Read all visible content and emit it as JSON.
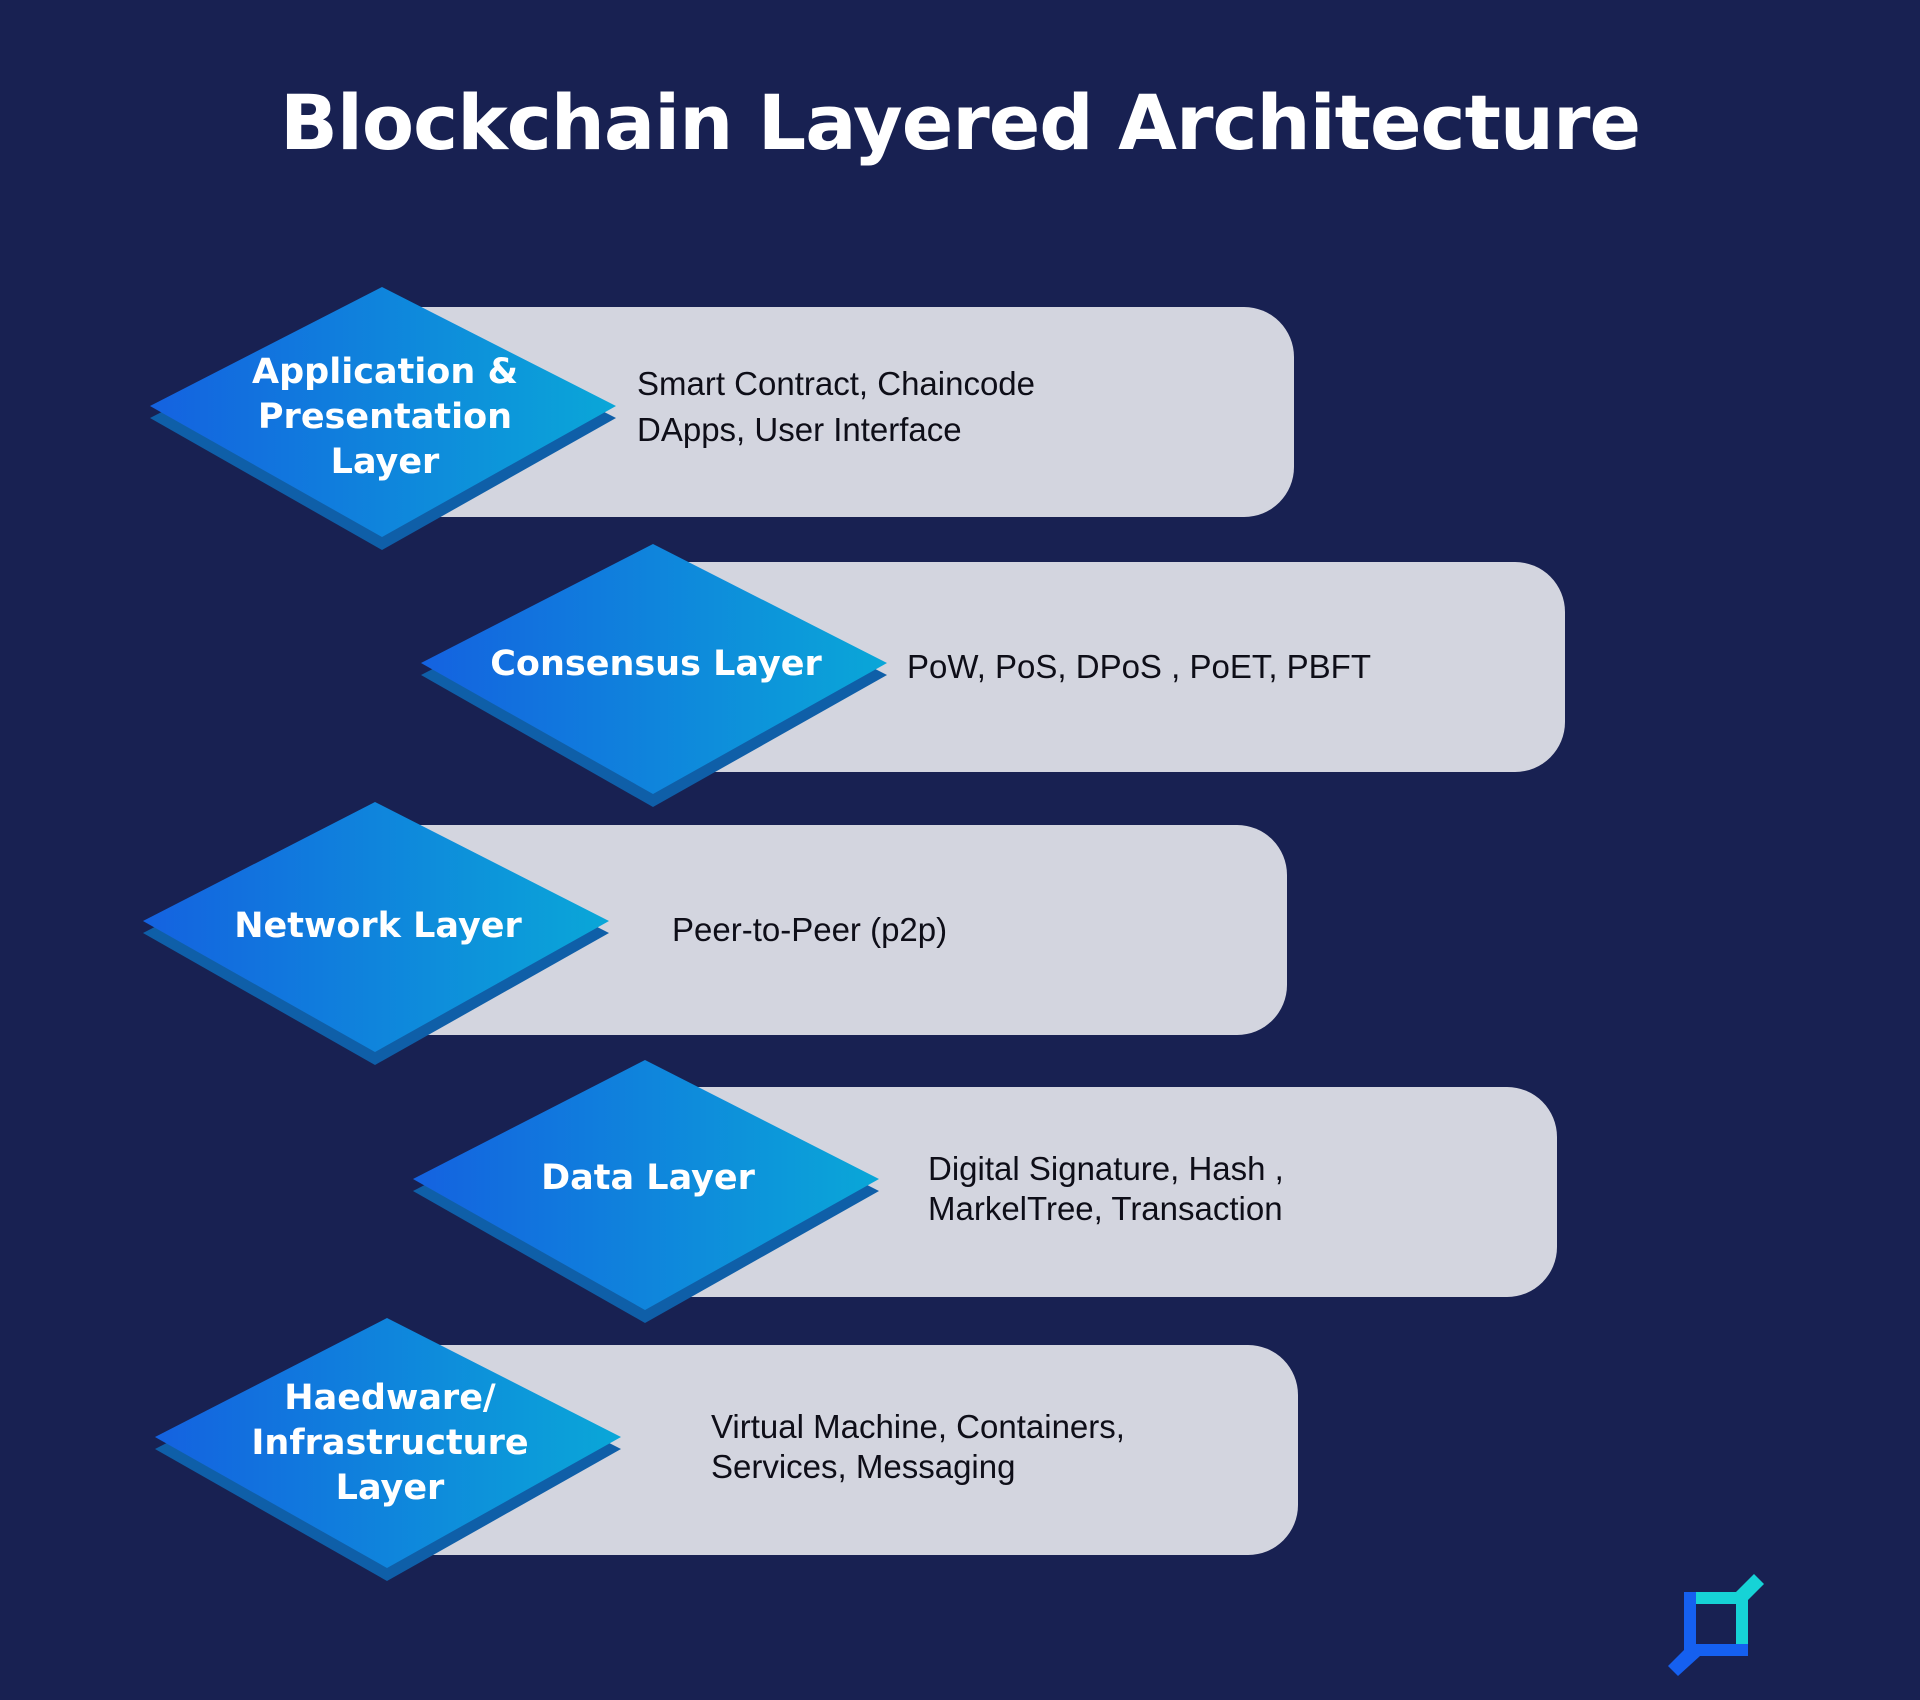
{
  "title": "Blockchain Layered Architecture",
  "colors": {
    "background": "#182152",
    "panel": "#d3d5df",
    "diamond_left": "#1462e0",
    "diamond_right": "#0aa7d8",
    "diamond_edge": "#0f5fa8",
    "logo_teal": "#16d3d6",
    "logo_blue": "#1560f0"
  },
  "layers": [
    {
      "name_lines": [
        "Application &",
        "Presentation",
        "Layer"
      ],
      "description_lines": [
        "Smart Contract, Chaincode",
        "DApps, User Interface"
      ]
    },
    {
      "name_lines": [
        "Consensus Layer"
      ],
      "description_lines": [
        "PoW, PoS, DPoS , PoET, PBFT"
      ]
    },
    {
      "name_lines": [
        "Network Layer"
      ],
      "description_lines": [
        "Peer-to-Peer (p2p)"
      ]
    },
    {
      "name_lines": [
        "Data Layer"
      ],
      "description_lines": [
        "Digital Signature, Hash ,",
        "MarkelTree, Transaction"
      ]
    },
    {
      "name_lines": [
        "Haedware/",
        "Infrastructure",
        "Layer"
      ],
      "description_lines": [
        "Virtual Machine, Containers,",
        "Services, Messaging"
      ]
    }
  ],
  "logo": {
    "icon": "brand-logo-icon"
  }
}
